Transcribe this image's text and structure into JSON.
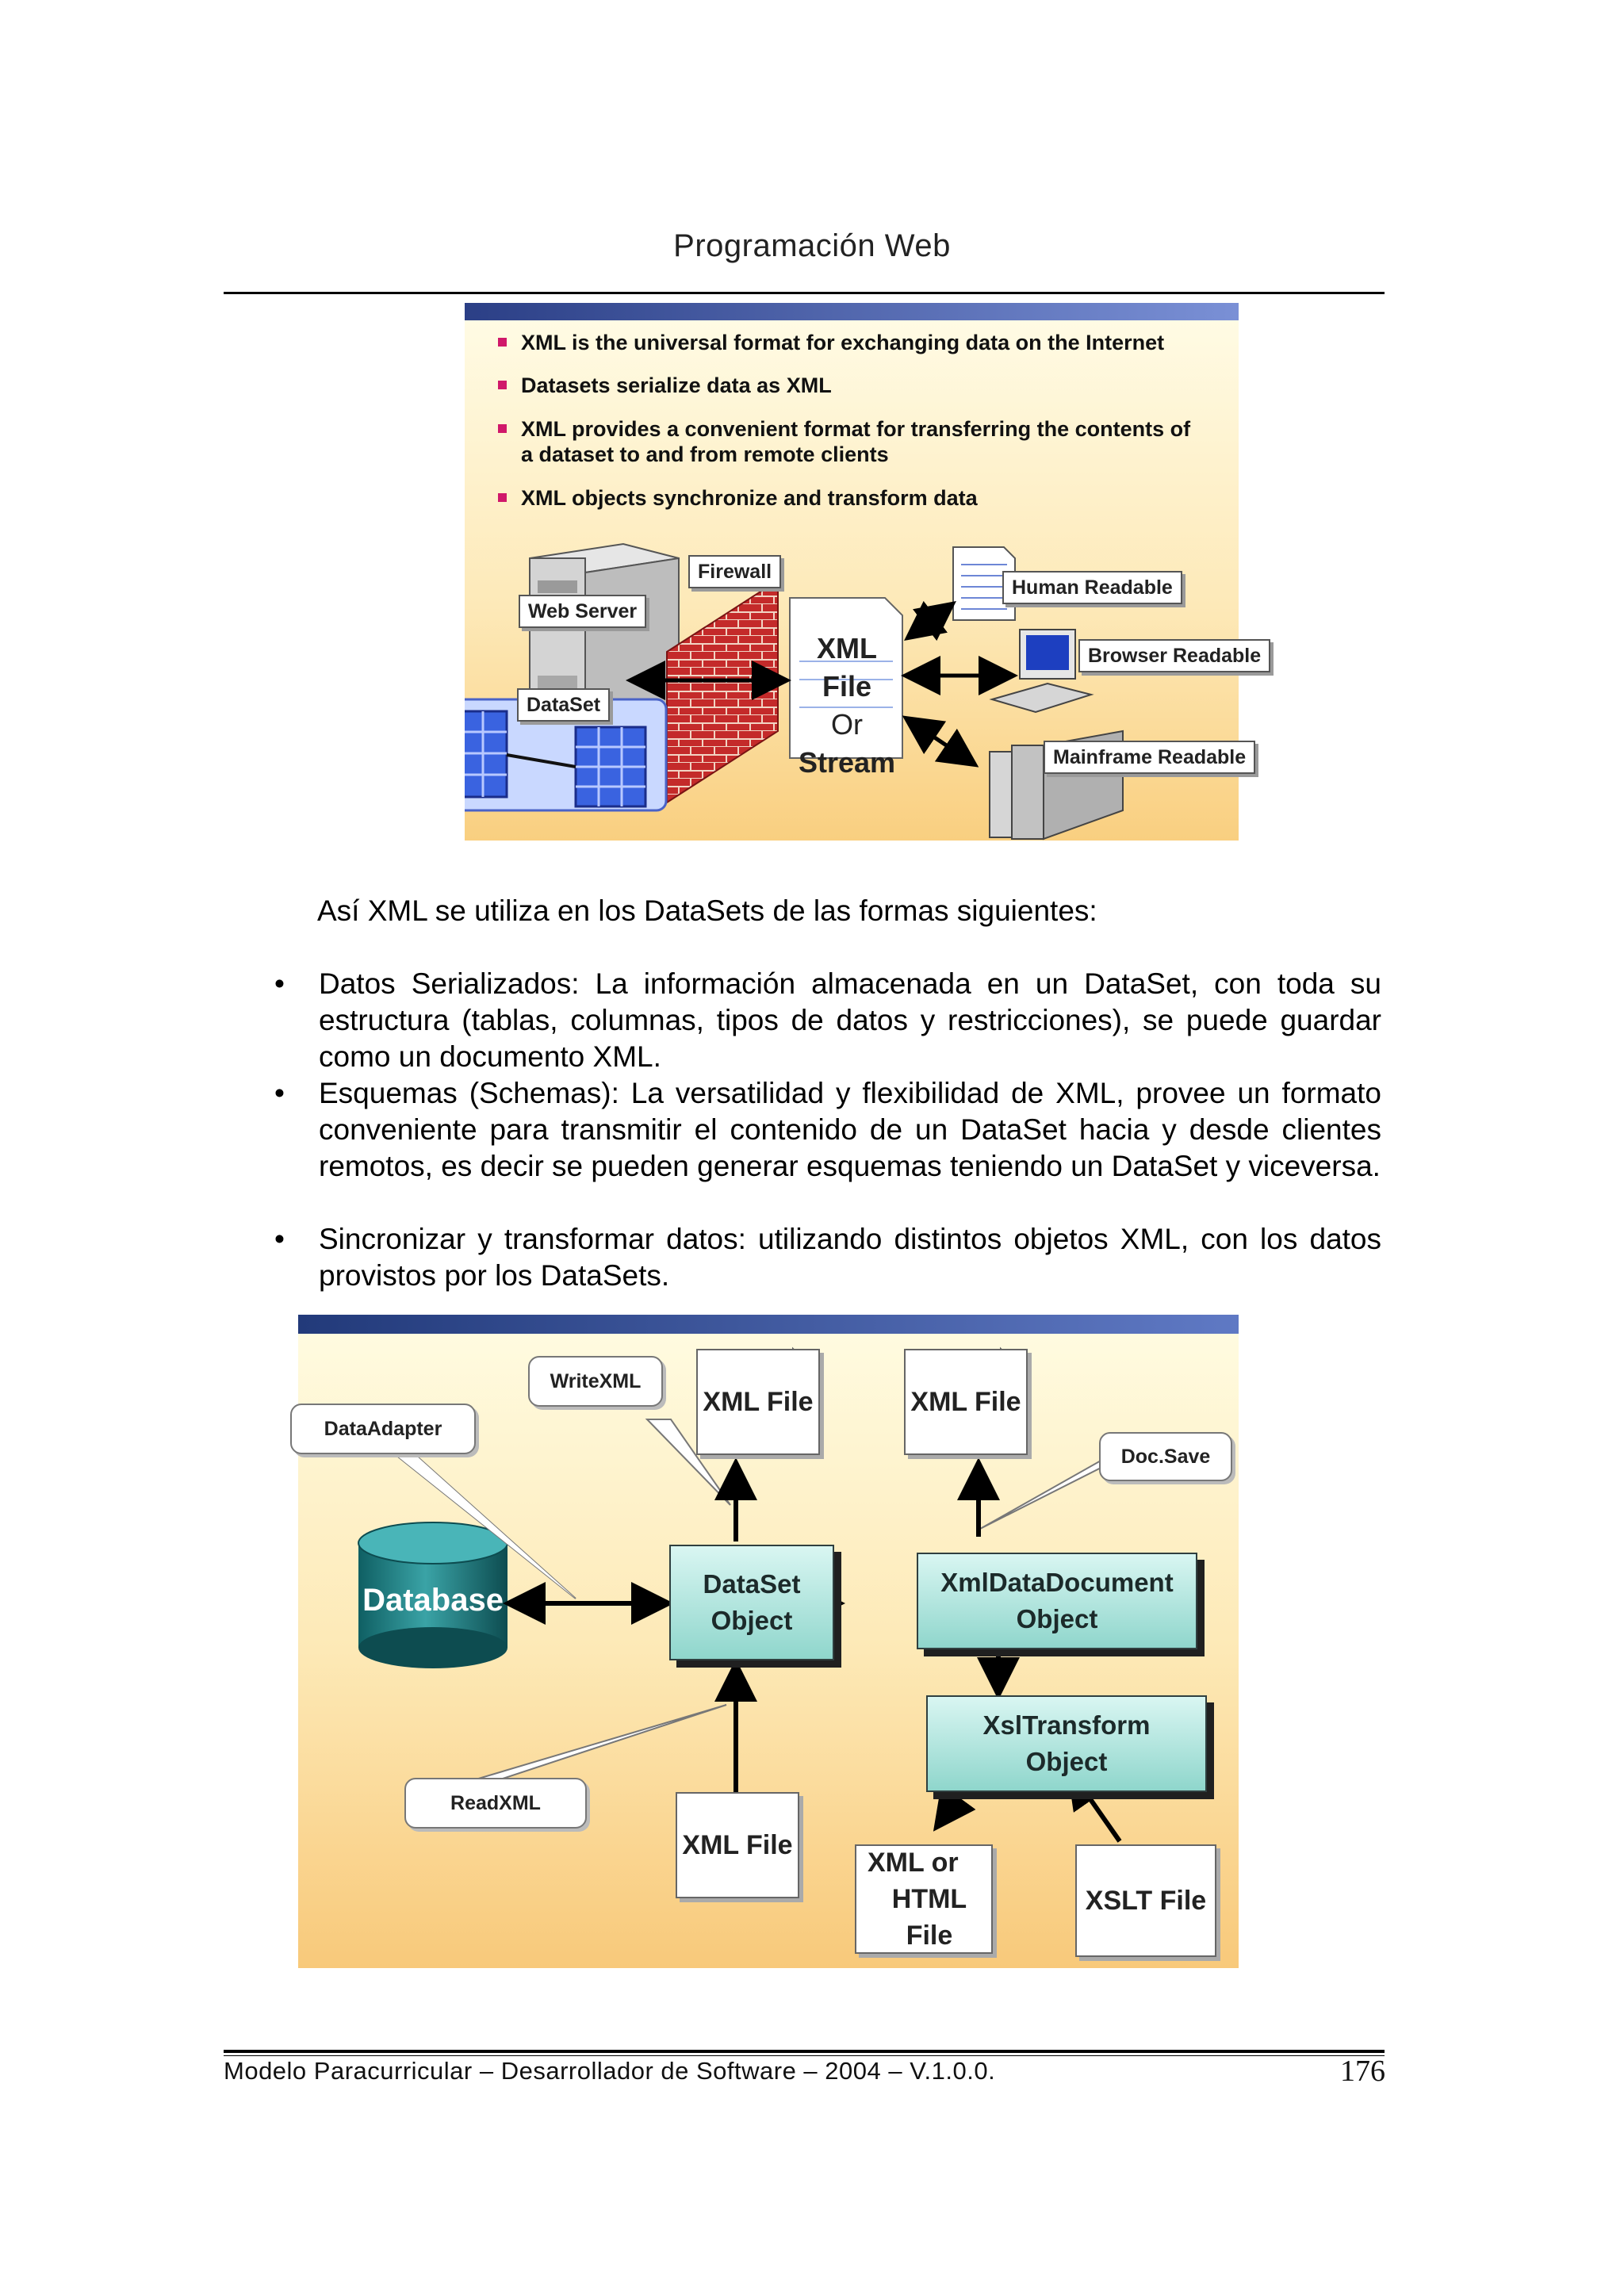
{
  "header": {
    "title": "Programación Web"
  },
  "slide1": {
    "bullets": [
      "XML is the universal format for exchanging data on the Internet",
      "Datasets serialize data as XML",
      "XML provides a convenient format for transferring the contents of",
      "XML objects synchronize and transform data"
    ],
    "bullet3_cont": "a dataset to and from remote clients",
    "labels": {
      "web_server": "Web Server",
      "firewall": "Firewall",
      "dataset": "DataSet",
      "xml_file": "XML File",
      "or": "Or",
      "stream": "Stream",
      "human_readable": "Human Readable",
      "browser_readable": "Browser Readable",
      "mainframe_readable": "Mainframe Readable"
    }
  },
  "body": {
    "intro": "Así XML se utiliza en los DataSets de las formas siguientes:",
    "items": [
      "Datos Serializados: La información almacenada en un DataSet, con toda su estructura (tablas, columnas, tipos de datos y restricciones), se puede guardar como un documento XML.",
      "Esquemas (Schemas): La versatilidad y flexibilidad de XML, provee un formato conveniente para transmitir el contenido de un DataSet hacia y desde clientes remotos, es decir se pueden generar esquemas teniendo un DataSet y viceversa.",
      "Sincronizar y transformar datos: utilizando distintos objetos XML, con los datos provistos por los DataSets."
    ]
  },
  "slide2": {
    "database": "Database",
    "dataset_line1": "DataSet",
    "dataset_line2": "Object",
    "xmldoc_line1": "XmlDataDocument",
    "xmldoc_line2": "Object",
    "xsl_line1": "XslTransform",
    "xsl_line2": "Object",
    "xml_file": "XML File",
    "xml_or_html_line1": "XML or",
    "xml_or_html_line2": "HTML File",
    "xslt_file": "XSLT File",
    "write_xml": "WriteXML",
    "data_adapter": "DataAdapter",
    "doc_save": "Doc.Save",
    "read_xml": "ReadXML"
  },
  "footer": {
    "text": "Modelo Paracurricular – Desarrollador de Software – 2004 – V.1.0.0.",
    "page": "176"
  }
}
